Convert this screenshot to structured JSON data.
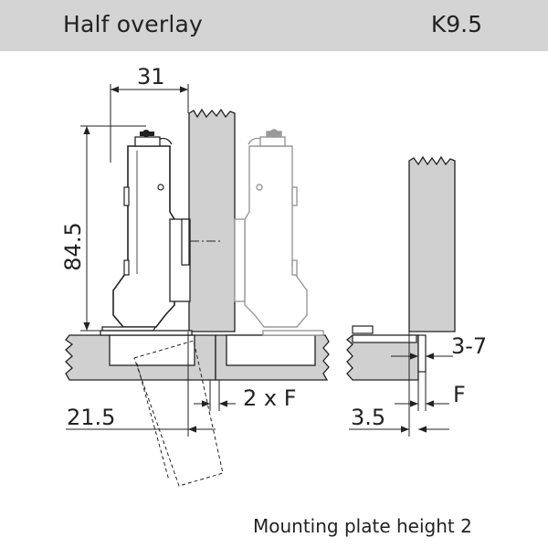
{
  "header": {
    "title": "Half overlay",
    "code": "K9.5"
  },
  "dimensions": {
    "width_top": "31",
    "height_left": "84.5",
    "gap_center": "2 x F",
    "offset_left": "21.5",
    "range_right": "3-7",
    "f_right": "F",
    "offset_right": "3.5"
  },
  "footer": {
    "caption": "Mounting plate height 2"
  },
  "colors": {
    "header_bg": "#d4d4d4",
    "wood": "#d0d0d0",
    "line": "#222222"
  }
}
